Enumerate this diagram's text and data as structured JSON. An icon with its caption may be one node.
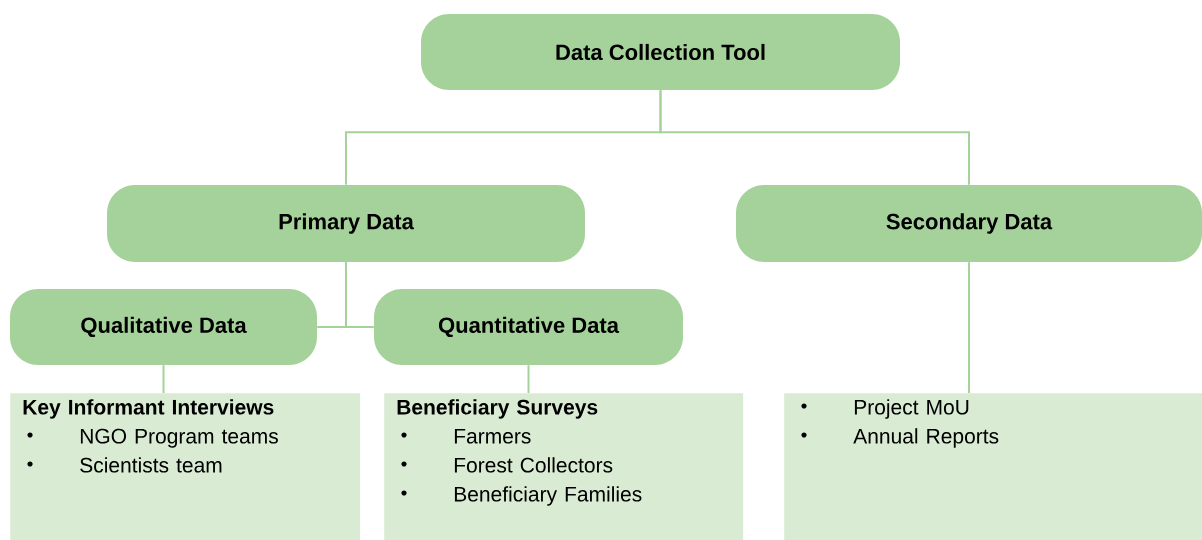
{
  "diagram": {
    "nodes": [
      {
        "text": [
          "Data Collection Tool"
        ]
      },
      {
        "text": [
          "Primary Data"
        ]
      },
      {
        "text": [
          "Secondary Data"
        ]
      },
      {
        "text": [
          "Qualitative Data"
        ]
      },
      {
        "text": [
          "Quantitative Data"
        ]
      },
      {
        "text": [
          "Key Informant Interviews",
          "NGO Program teams",
          "Scientists team"
        ]
      },
      {
        "text": [
          "Beneficiary Surveys",
          "Farmers",
          "Forest Collectors",
          "Beneficiary Families"
        ]
      },
      {
        "text": [
          "Project MoU",
          "Annual Reports"
        ]
      }
    ],
    "edges": [
      {
        "from": 0,
        "to": 1,
        "arrow": "none"
      },
      {
        "from": 0,
        "to": 2,
        "arrow": "none"
      },
      {
        "from": 1,
        "to": 3,
        "arrow": "none"
      },
      {
        "from": 1,
        "to": 4,
        "arrow": "none"
      },
      {
        "from": 3,
        "to": 5,
        "arrow": "none"
      },
      {
        "from": 4,
        "to": 6,
        "arrow": "none"
      },
      {
        "from": 2,
        "to": 7,
        "arrow": "none"
      }
    ]
  }
}
